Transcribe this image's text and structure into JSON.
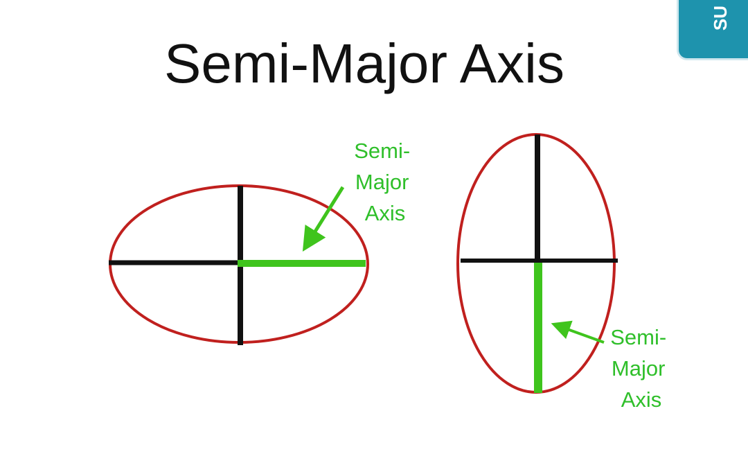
{
  "title": "Semi-Major Axis",
  "side_tab": {
    "label": "SU",
    "color": "#1e93ad"
  },
  "colors": {
    "ellipse": "#c0201e",
    "axis": "#111111",
    "highlight": "#3fc41d",
    "label": "#2fbf2a"
  },
  "left_figure": {
    "orientation": "horizontal",
    "label": [
      "Semi-",
      "Major",
      "Axis"
    ]
  },
  "right_figure": {
    "orientation": "vertical",
    "label": [
      "Semi-",
      "Major",
      "Axis"
    ]
  }
}
